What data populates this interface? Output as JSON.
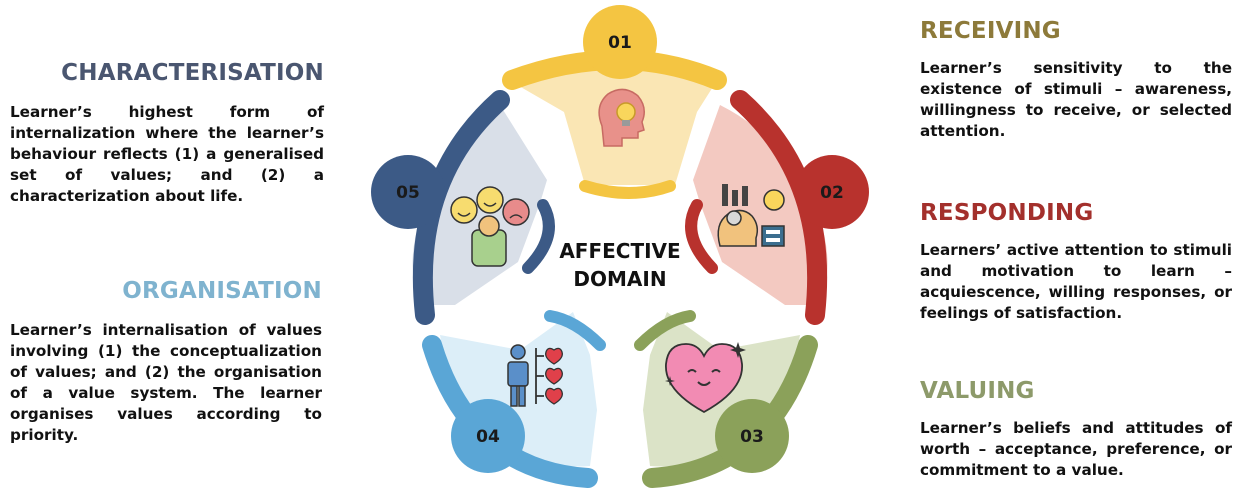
{
  "colors": {
    "receiving": "#8d7a3a",
    "responding": "#a3302c",
    "valuing": "#8d9a6a",
    "organisation": "#7fb3cf",
    "characterisation": "#4a5670",
    "segment_01": "#f4c542",
    "segment_02": "#b8322d",
    "segment_03": "#8ba15a",
    "segment_04": "#5aa6d6",
    "segment_05": "#3c5a86"
  },
  "diagram": {
    "center_line1": "AFFECTIVE",
    "center_line2": "DOMAIN",
    "segments": [
      {
        "number": "01",
        "icon": "head-lightbulb-icon"
      },
      {
        "number": "02",
        "icon": "mind-ideas-icon"
      },
      {
        "number": "03",
        "icon": "smiling-heart-icon"
      },
      {
        "number": "04",
        "icon": "person-hearts-icon"
      },
      {
        "number": "05",
        "icon": "emotion-faces-person-icon"
      }
    ]
  },
  "left": {
    "characterisation": {
      "title": "CHARACTERISATION",
      "text": "Learner’s highest form of internalization where the learner’s behaviour reflects (1) a generalised set of values; and (2) a characterization about life."
    },
    "organisation": {
      "title": "ORGANISATION",
      "text": "Learner’s internalisation of values involving (1) the conceptualization of values; and (2) the organisation of a value system. The learner organises values according to priority."
    }
  },
  "right": {
    "receiving": {
      "title": "RECEIVING",
      "text": "Learner’s sensitivity to the existence of stimuli – awareness, willingness to receive, or selected attention."
    },
    "responding": {
      "title": "RESPONDING",
      "text": "Learners’ active attention to stimuli and motivation to learn – acquiescence, willing responses, or feelings of satisfaction."
    },
    "valuing": {
      "title": "VALUING",
      "text": "Learner’s beliefs and attitudes of worth – acceptance, preference, or commitment to a value."
    }
  }
}
